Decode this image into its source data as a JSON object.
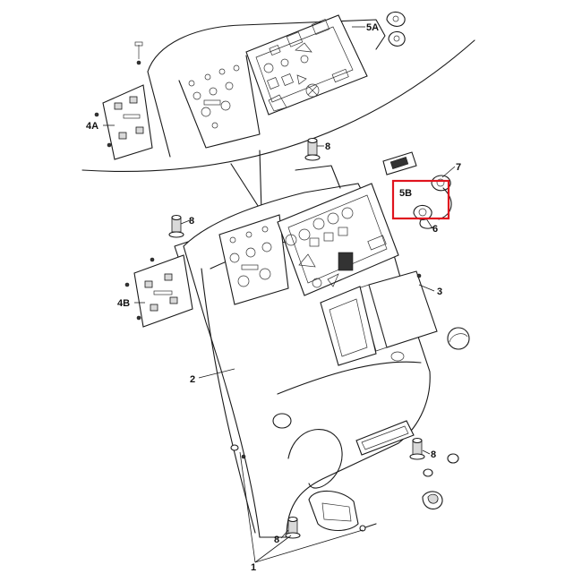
{
  "labels": {
    "part_1": "1",
    "part_2": "2",
    "part_3": "3",
    "part_4a": "4A",
    "part_4b": "4B",
    "part_5a": "5A",
    "part_5b": "5B",
    "part_6": "6",
    "part_7": "7",
    "part_8": "8"
  },
  "colors": {
    "line": "#1a1a1a",
    "highlight_box": "#e0141e",
    "background": "#ffffff"
  }
}
